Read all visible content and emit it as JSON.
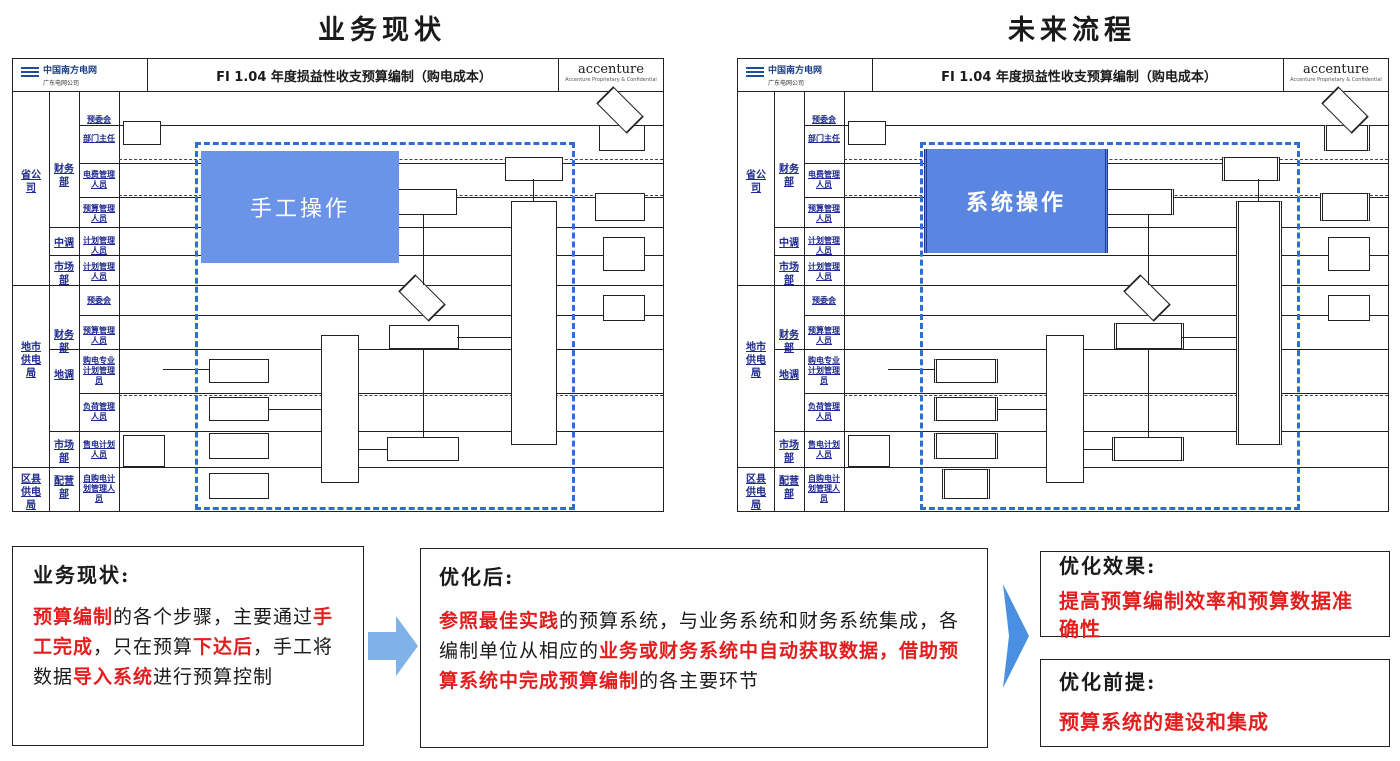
{
  "titles": {
    "current": "业务现状",
    "future": "未来流程"
  },
  "panel": {
    "logo_text": "中国南方电网",
    "logo_sub": "广东电网公司",
    "title": "FI 1.04 年度损益性收支预算编制（购电成本）",
    "brand": "accenture",
    "brand_sub": "Accenture Proprietary & Confidential"
  },
  "orgs": [
    {
      "id": "sgs",
      "label": "省公司"
    },
    {
      "id": "sdg",
      "label": "地市供电局"
    },
    {
      "id": "qx",
      "label": "区县供电局"
    }
  ],
  "depts": {
    "cw1": "财务部",
    "zd": "中调",
    "sc1": "市场部",
    "cw2": "财务部",
    "dd": "地调",
    "sc2": "市场部",
    "pd": "配营部"
  },
  "roles": {
    "ysh1": "预委会",
    "bmzr": "部门主任",
    "dcyg": "电费管理人员",
    "ysg1": "预算管理人员",
    "jhgl1": "计划管理人员",
    "jhgl2": "计划管理人员",
    "ysh2": "预委会",
    "ysg2": "预算管理人员",
    "gdzy": "购电专业计划管理员",
    "fhgl": "负荷管理人员",
    "sdjh": "售电计划人员",
    "zgd": "自购电计划管理人员"
  },
  "overlays": {
    "manual": "手工操作",
    "system": "系统操作"
  },
  "bottom": {
    "current": {
      "head": "业务现状:",
      "p1": "预算编制",
      "p2": "的各个步骤，主要通过",
      "p3": "手工完成",
      "p4": "，只在预算",
      "p5": "下达后",
      "p6": "，手工将数据",
      "p7": "导入系统",
      "p8": "进行预算控制"
    },
    "after": {
      "head": "优化后:",
      "p1": "参照最佳实践",
      "p2": "的预算系统，与业务系统和财务系统集成，各编制单位从相应的",
      "p3": "业务或财务系统中自动获取数据，借助预算系统中完成预算编制",
      "p4": "的各主要环节"
    },
    "effect": {
      "head": "优化效果:",
      "body": "提高预算编制效率和预算数据准确性"
    },
    "premise": {
      "head": "优化前提:",
      "body": "预算系统的建设和集成"
    }
  },
  "colors": {
    "accent_red": "#e21e1e",
    "dash_blue": "#2f6cd6",
    "block_blue": "#6b94e8",
    "arrow_blue": "#7fb3e8"
  }
}
